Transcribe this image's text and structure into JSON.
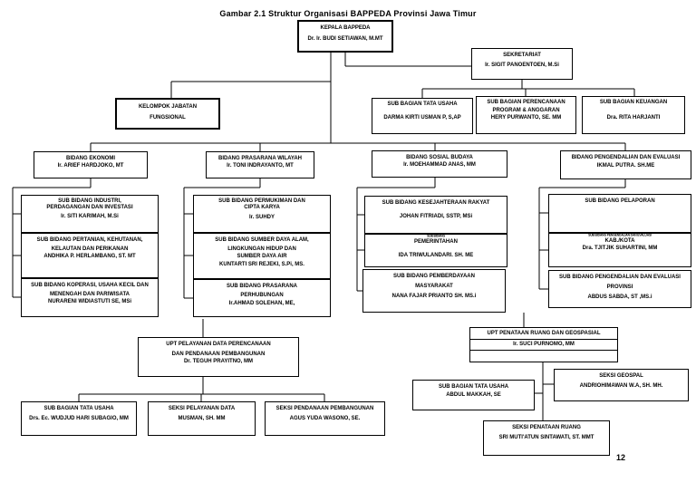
{
  "page": {
    "title": "Gambar 2.1 Struktur Organisasi BAPPEDA Provinsi Jawa Timur",
    "page_number": "12"
  },
  "colors": {
    "line": "#000000",
    "background": "#ffffff",
    "text": "#000000"
  },
  "nodes": {
    "kepala": {
      "title": "KEPALA BAPPEDA",
      "name": "Dr. Ir. BUDI SETIAWAN, M.MT"
    },
    "sekretariat": {
      "title": "SEKRETARIAT",
      "name": "Ir. SIGIT PANOENTOEN, M.Si"
    },
    "kelompok_jabatan": {
      "lines": [
        "KELOMPOK JABATAN",
        "FUNGSIONAL"
      ]
    },
    "sub_bagian_tata_usaha": {
      "title": "SUB BAGIAN TATA USAHA",
      "name": "DARMA KIRTI USMAN P, S,AP"
    },
    "sub_bagian_perencanaan": {
      "lines": [
        "SUB BAGIAN PERENCANAAN",
        "PROGRAM & ANGGARAN"
      ],
      "name": "HERY PURWANTO, SE. MM"
    },
    "sub_bagian_keuangan": {
      "title": "SUB BAGIAN KEUANGAN",
      "name": "Dra. RITA HARJANTI"
    },
    "bidang_ekonomi": {
      "title": "BIDANG EKONOMI",
      "name": "Ir. ARIEF HARDJOKO, MT"
    },
    "bidang_prasarana_wilayah": {
      "title": "BIDANG PRASARANA WILAYAH",
      "name": "Ir. TONI INDRAYANTO, MT"
    },
    "bidang_sosial_budaya": {
      "title": "BIDANG SOSIAL BUDAYA",
      "name": "Ir. MOEHAMMAD ANAS, MM"
    },
    "bidang_pengendalian_evaluasi": {
      "title": "BIDANG PENGENDALIAN DAN EVALUASI",
      "name": "IKMAL PUTRA. SH.ME"
    },
    "sub_ekonomi": [
      {
        "lines": [
          "SUB BIDANG INDUSTRI,",
          "PERDAGANGAN DAN INVESTASI",
          "Ir. SITI KARIMAH, M.Si"
        ]
      },
      {
        "lines": [
          "SUB BIDANG PERTANIAN, KEHUTANAN,",
          "KELAUTAN DAN PERIKANAN",
          "ANDHIKA P. HERLAMBANG, ST. MT"
        ]
      },
      {
        "lines": [
          "SUB BIDANG KOPERASI, USAHA KECIL DAN",
          "MENENGAH DAN PARIWISATA",
          "NURARENI WIDIASTUTI SE, MSi"
        ]
      }
    ],
    "sub_prasarana": [
      {
        "lines": [
          "SUB BIDANG PERMUKIMAN DAN",
          "CIPTA KARYA",
          "Ir. SUHDY"
        ]
      },
      {
        "lines": [
          "SUB BIDANG SUMBER DAYA ALAM,",
          "LINGKUNGAN HIDUP DAN",
          "SUMBER DAYA AIR",
          "KUNTARTI SRI REJEKI, S.Pi, MS."
        ]
      },
      {
        "lines": [
          "SUB BIDANG PRASARANA",
          "PERHUBUNGAN",
          "Ir.AHMAD SOLEHAN, ME,"
        ]
      }
    ],
    "sub_sosial": [
      {
        "lines": [
          "SUB BIDANG KESEJAHTERAAN RAKYAT",
          "JOHAN FITRIADI, SSTP, MSi"
        ]
      },
      {
        "micro": "SUB BIDANG",
        "lines": [
          "PEMERINTAHAN",
          "IDA TRIWULANDARI. SH. ME"
        ]
      },
      {
        "lines": [
          "SUB BIDANG PEMBERDAYAAN",
          "MASYARAKAT",
          "NANA FAJAR PRIANTO SH. MS.i"
        ]
      }
    ],
    "sub_pengendalian": [
      {
        "lines": [
          "SUB BIDANG PELAPORAN"
        ]
      },
      {
        "micro": "SUB BIDANG PENGENDALIAN DAN EVALUASI",
        "lines": [
          "KAB./KOTA",
          "Dra. TJITJIK SUHARTINI, MM"
        ]
      },
      {
        "lines": [
          "SUB BIDANG PENGENDALIAN DAN EVALUASI",
          "PROVINSI",
          "ABDUS SABDA, ST ,MS.i"
        ]
      }
    ],
    "upt_pelayanan_data": {
      "lines": [
        "UPT PELAYANAN DATA PERENCANAAN",
        "DAN PENDANAAN PEMBANGUNAN",
        "Dr. TEGUH PRAYITNO, MM"
      ]
    },
    "upt_penataan_ruang": {
      "title": "UPT PENATAAN RUANG DAN GEOSPASIAL",
      "name": "Ir. SUCI PURNOMO, MM"
    },
    "upt_pelayanan_subs": [
      {
        "lines": [
          "SUB BAGIAN TATA USAHA",
          "Drs. Ec. WUDJUD HARI SUBAGIO, MM"
        ]
      },
      {
        "lines": [
          "SEKSI PELAYANAN DATA",
          "MUSMAN, SH. MM"
        ]
      },
      {
        "lines": [
          "SEKSI PENDANAAN PEMBANGUNAN",
          "AGUS YUDA WASONO, SE."
        ]
      }
    ],
    "upt_penataan_subs": [
      {
        "lines": [
          "SUB BAGIAN TATA USAHA",
          "ABDUL MAKKAH, SE"
        ]
      },
      {
        "lines": [
          "SEKSI GEOSPAL",
          "ANDRIOHIMAWAN W.A, SH. MH."
        ]
      },
      {
        "lines": [
          "SEKSI PENATAAN RUANG",
          "SRI MUTI'ATUN SINTAWATI, ST. MMT"
        ]
      }
    ]
  }
}
